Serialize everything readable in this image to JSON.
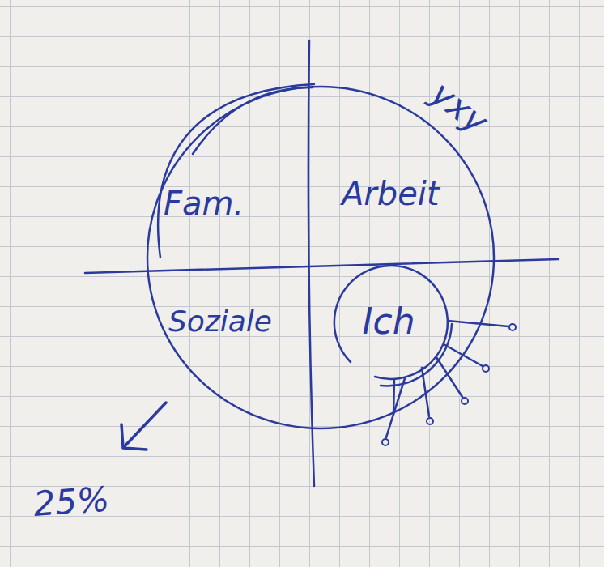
{
  "diagram": {
    "nodes": [
      {
        "text": [
          "Fam.",
          "Arbeit",
          "Soziale"
        ]
      },
      {
        "text": [
          "Ich"
        ],
        "in": 0
      }
    ],
    "edges": [],
    "labels": [
      "yxy",
      "25%"
    ]
  }
}
